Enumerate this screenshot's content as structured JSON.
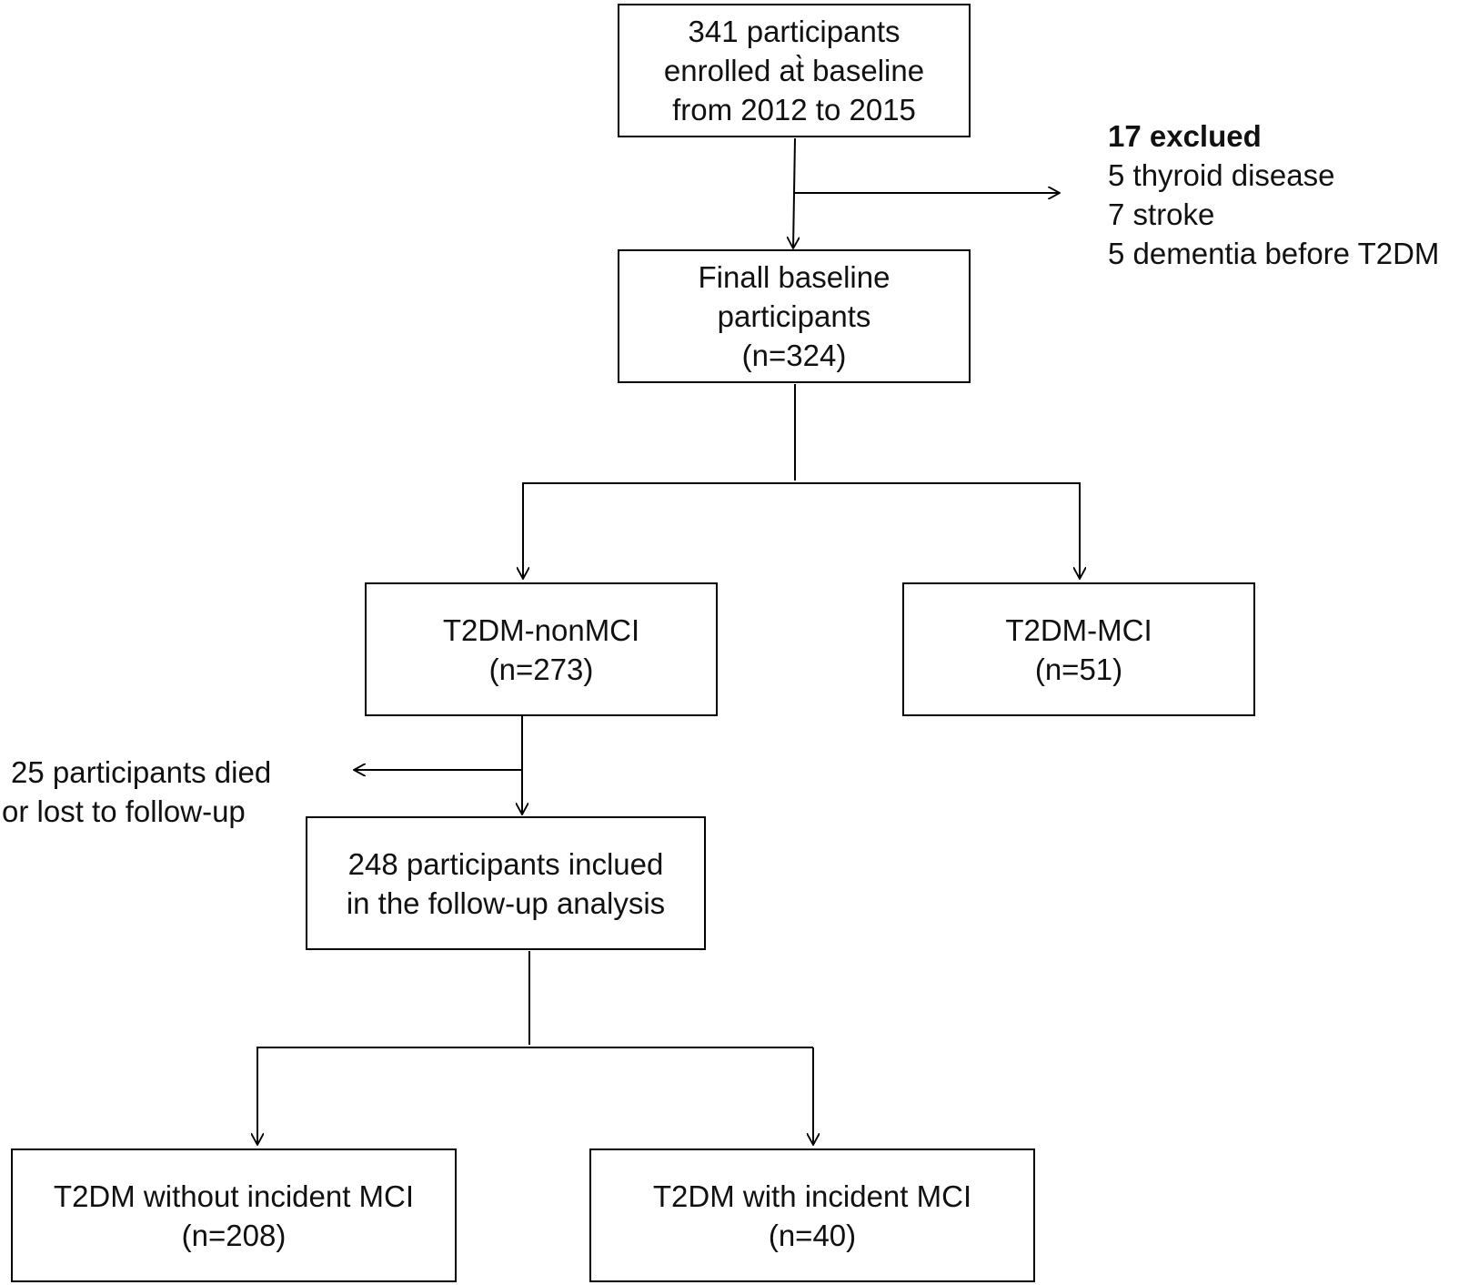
{
  "boxes": {
    "enrolled": {
      "lines": [
        "341 participants",
        "enrolled at̀ baseline",
        "from 2012 to 2015"
      ]
    },
    "final": {
      "lines": [
        "Finall baseline",
        "participants",
        "(n=324)"
      ]
    },
    "nonmci": {
      "lines": [
        "T2DM-nonMCI",
        "(n=273)"
      ]
    },
    "mci": {
      "lines": [
        "T2DM-MCI",
        "(n=51)"
      ]
    },
    "followup": {
      "lines": [
        "248 participants inclued",
        "in the follow-up analysis"
      ]
    },
    "without": {
      "lines": [
        "T2DM without incident MCI",
        "(n=208)"
      ]
    },
    "with": {
      "lines": [
        "T2DM with incident MCI",
        "(n=40)"
      ]
    }
  },
  "excluded": {
    "heading": "17 exclued",
    "items": [
      "5 thyroid disease",
      "7 stroke",
      "5 dementia before T2DM"
    ]
  },
  "lost": {
    "lines": [
      "25 participants died",
      "or lost to follow-up"
    ]
  }
}
